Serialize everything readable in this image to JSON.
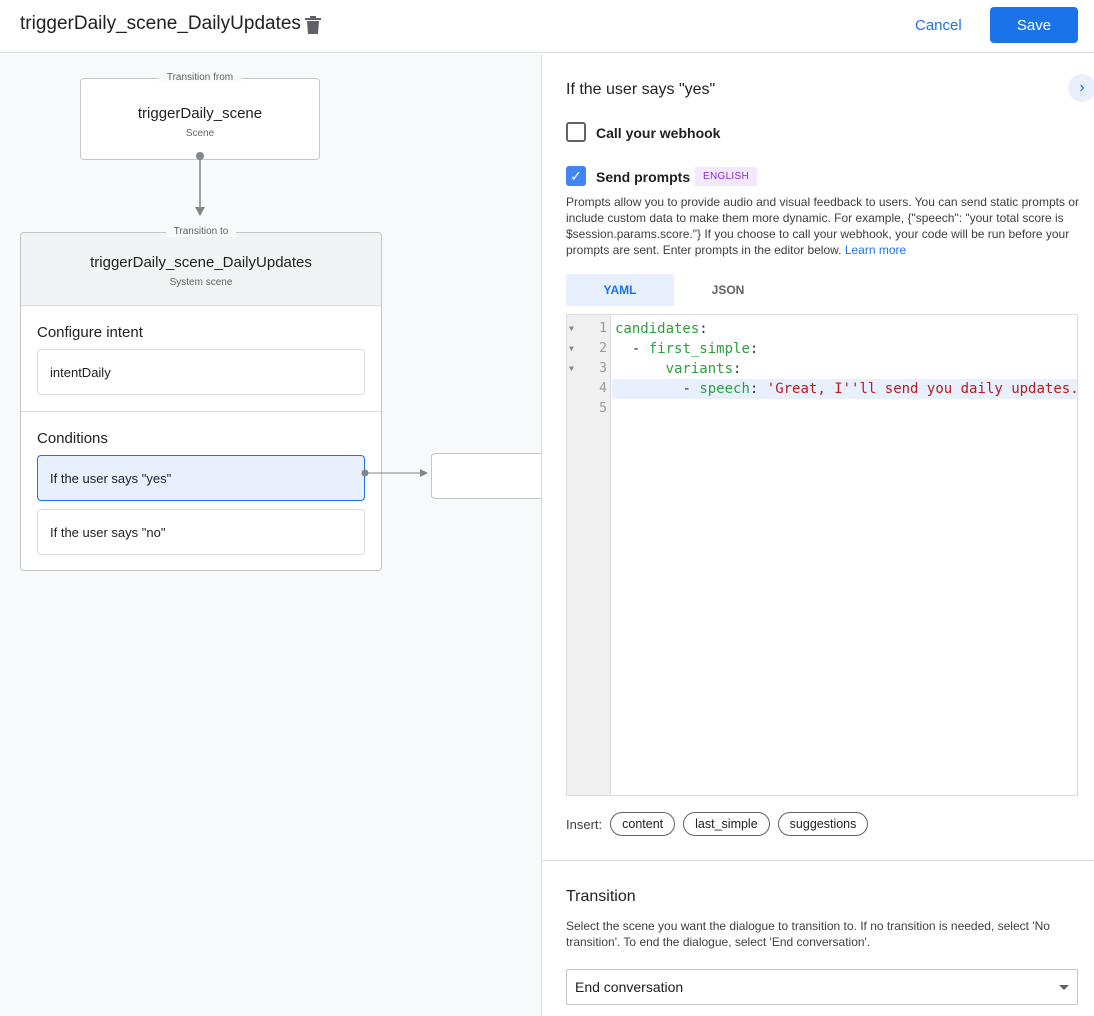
{
  "header": {
    "title": "triggerDaily_scene_DailyUpdates",
    "cancel_label": "Cancel",
    "save_label": "Save"
  },
  "canvas": {
    "from_node": {
      "legend": "Transition from",
      "name": "triggerDaily_scene",
      "type": "Scene"
    },
    "to_node": {
      "legend": "Transition to",
      "name": "triggerDaily_scene_DailyUpdates",
      "type": "System scene",
      "intent_section": "Configure intent",
      "intent": "intentDaily",
      "conditions_section": "Conditions",
      "conditions": [
        "If the user says \"yes\"",
        "If the user says \"no\""
      ]
    }
  },
  "panel": {
    "title": "If the user says \"yes\"",
    "webhook": {
      "label": "Call your webhook",
      "checked": false
    },
    "prompts": {
      "label": "Send prompts",
      "checked": true,
      "badge": "ENGLISH"
    },
    "description": "Prompts allow you to provide audio and visual feedback to users. You can send static prompts or include custom data to make them more dynamic. For example, {\"speech\": \"your total score is $session.params.score.\"} If you choose to call your webhook, your code will be run before your prompts are sent. Enter prompts in the editor below.",
    "learn_more": "Learn more",
    "tabs": [
      {
        "label": "YAML",
        "active": true
      },
      {
        "label": "JSON",
        "active": false
      }
    ],
    "editor": {
      "line_numbers": [
        "1",
        "2",
        "3",
        "4",
        "5"
      ],
      "l1_key": "candidates",
      "l2_key": "first_simple",
      "l3_key": "variants",
      "l4_key": "speech",
      "l4_value": "'Great, I''ll send you daily updates.",
      "colon": ":",
      "dash": "-"
    },
    "insert_label": "Insert:",
    "insert_chips": [
      "content",
      "last_simple",
      "suggestions"
    ],
    "transition": {
      "title": "Transition",
      "description": "Select the scene you want the dialogue to transition to. If no transition is needed, select 'No transition'. To end the dialogue, select 'End conversation'.",
      "selected": "End conversation"
    }
  },
  "colors": {
    "accent": "#1a73e8",
    "selected_bg": "#e8f0fe",
    "badge_bg": "#f3e8fd",
    "badge_text": "#8430ce",
    "yaml_key": "#2e9e3e",
    "yaml_string": "#b71c1c"
  }
}
